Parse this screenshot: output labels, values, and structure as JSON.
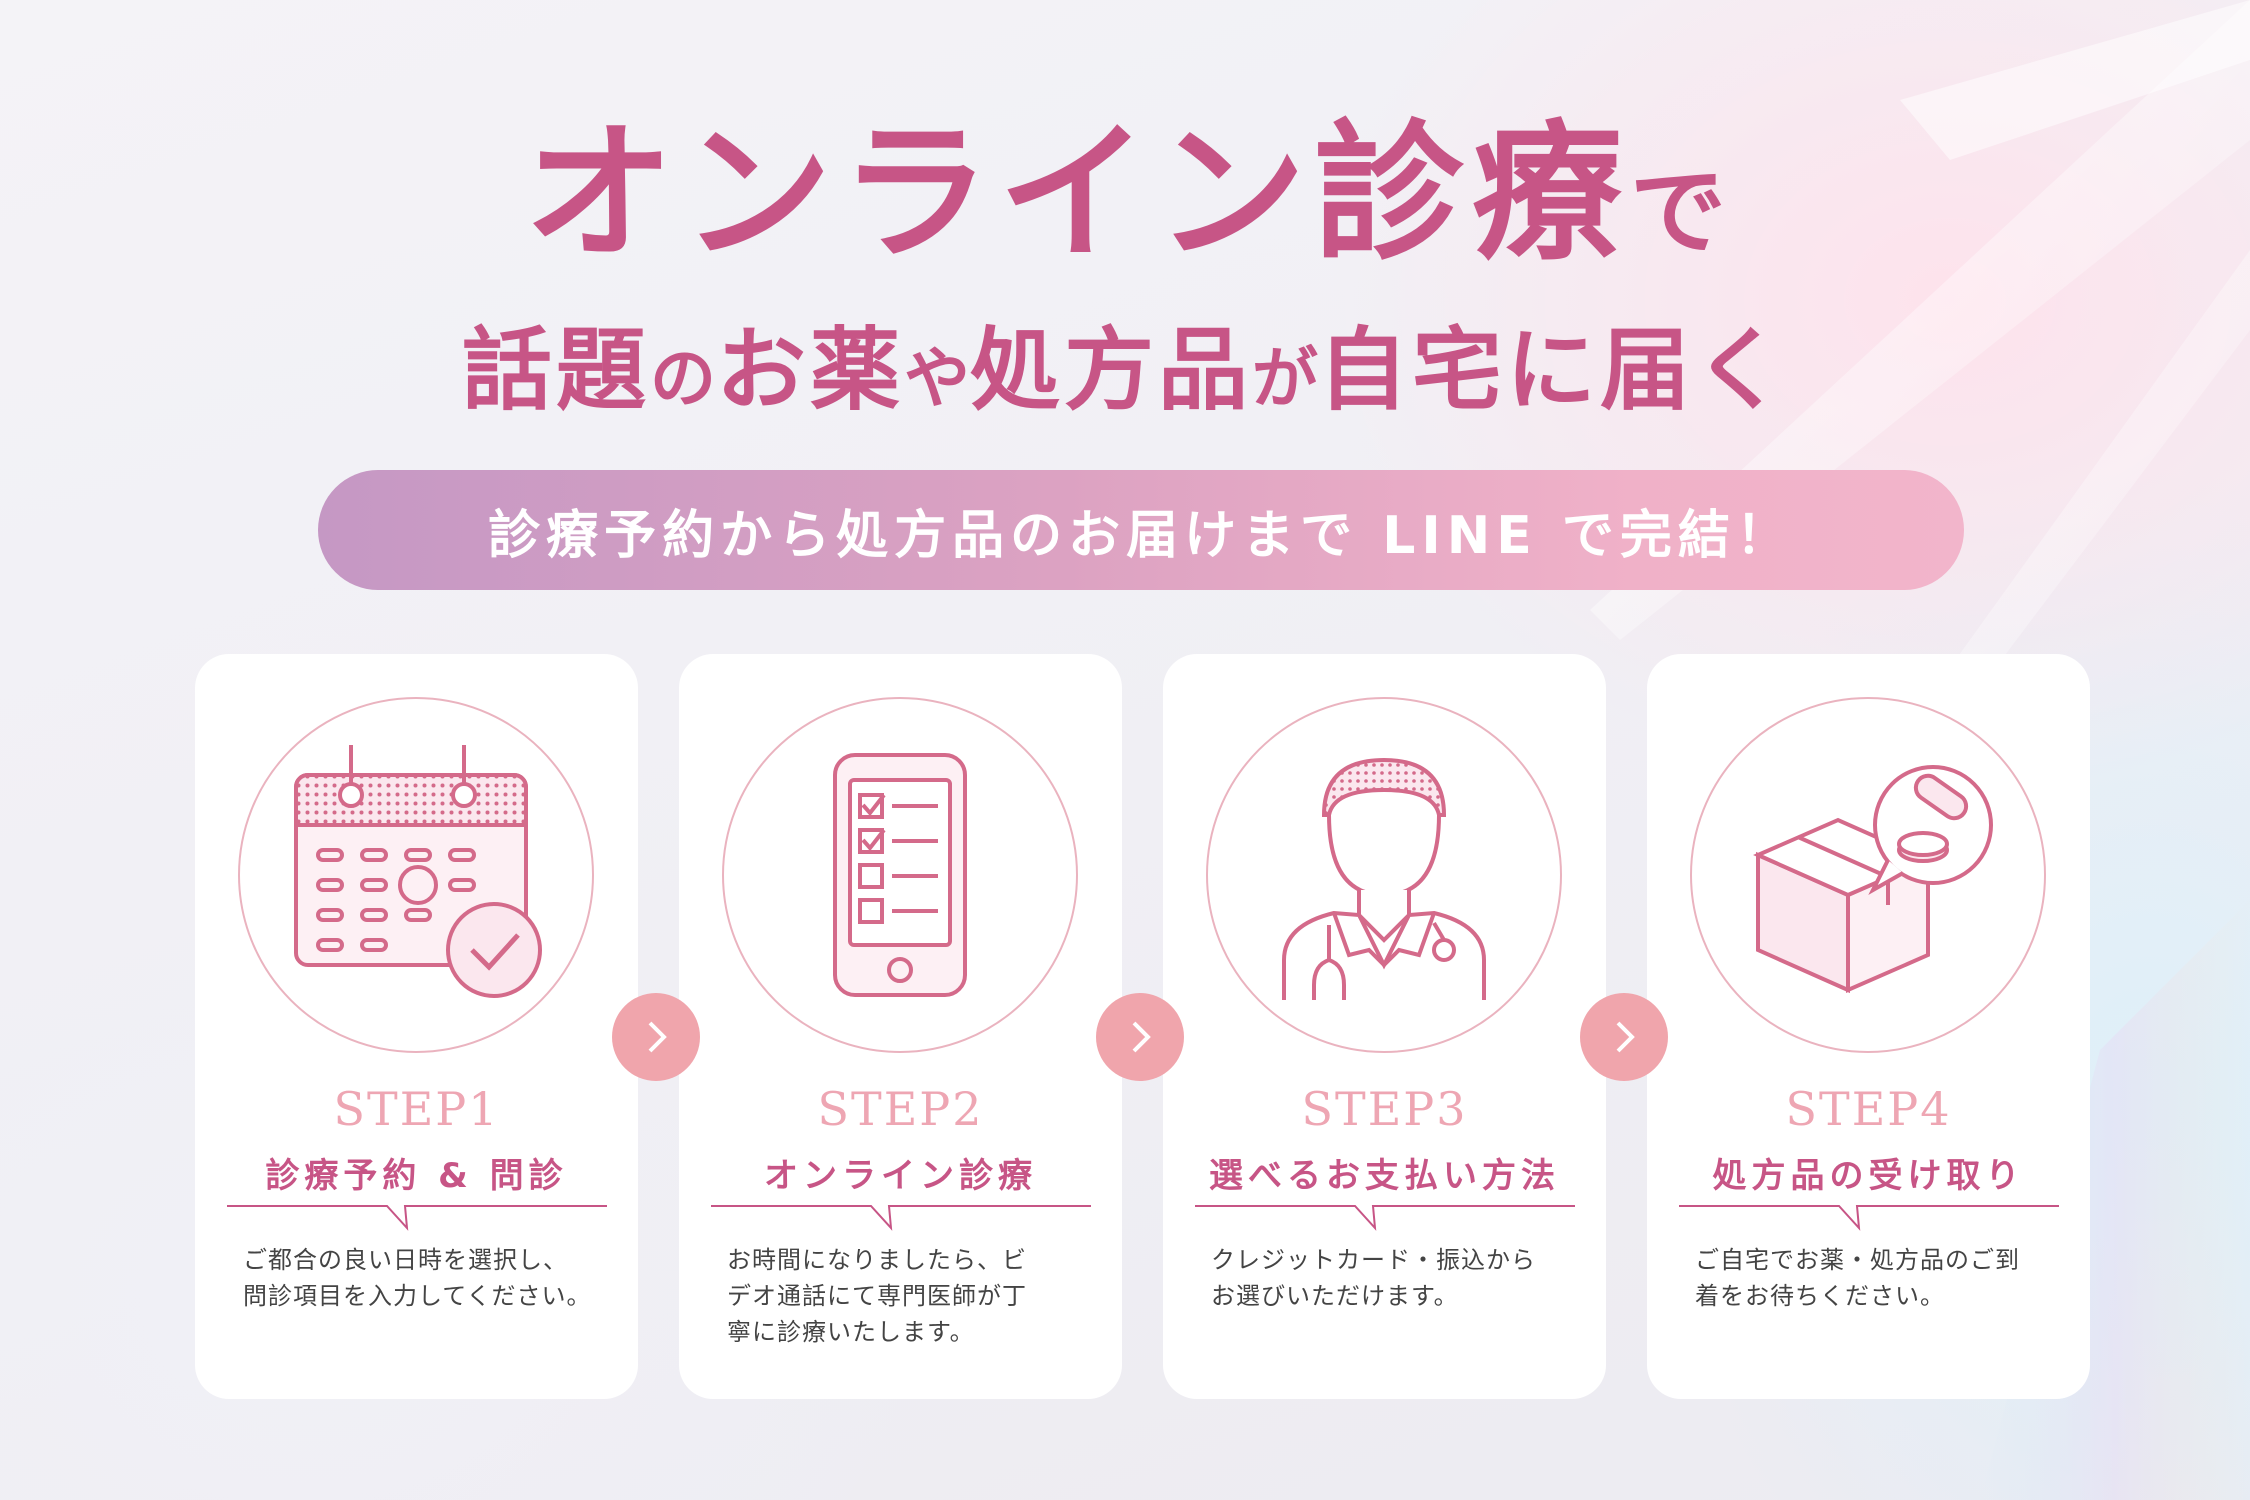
{
  "headline": {
    "line1_main": "オンライン診療",
    "line1_suffix": "で",
    "line2_part1": "話題",
    "line2_part2": "の",
    "line2_part3": "お薬",
    "line2_part4": "や",
    "line2_part5": "処方品",
    "line2_part6": "が",
    "line2_part7": "自宅に届く"
  },
  "banner": {
    "text": "診療予約から処方品のお届けまで LINE で完結！"
  },
  "steps": [
    {
      "step": "STEP1",
      "title": "診療予約 & 問診",
      "desc_1": "ご都合の良い日時を選択し、",
      "desc_2": "問診項目を入力してください。",
      "desc_3": "",
      "icon": "calendar-check-icon"
    },
    {
      "step": "STEP2",
      "title": "オンライン診療",
      "desc_1": "お時間になりましたら、ビ",
      "desc_2": "デオ通話にて専門医師が丁",
      "desc_3": "寧に診療いたします。",
      "icon": "smartphone-checklist-icon"
    },
    {
      "step": "STEP3",
      "title": "選べるお支払い方法",
      "desc_1": "クレジットカード・振込から",
      "desc_2": "お選びいただけます。",
      "desc_3": "",
      "icon": "doctor-icon"
    },
    {
      "step": "STEP4",
      "title": "処方品の受け取り",
      "desc_1": "ご自宅でお薬・処方品のご到",
      "desc_2": "着をお待ちください。",
      "desc_3": "",
      "icon": "package-pill-icon"
    }
  ],
  "colors": {
    "accent": "#c75586",
    "step_label": "#eea6b3",
    "arrow": "#f0a5ac",
    "icon_line": "#d46a8a"
  }
}
